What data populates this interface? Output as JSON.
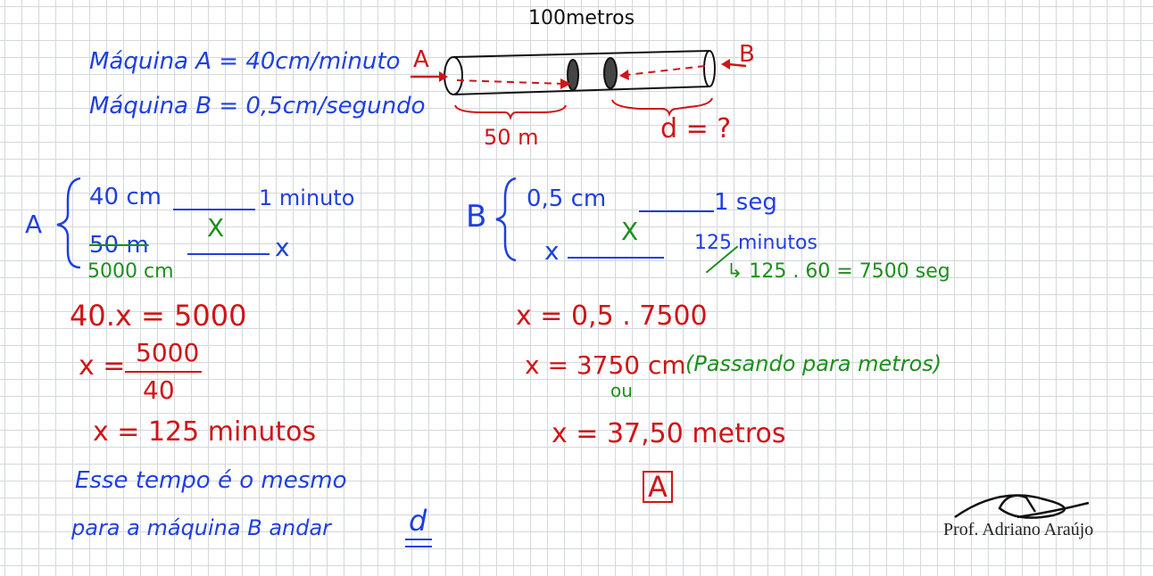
{
  "header": {
    "pipe_length": "100metros"
  },
  "givens": {
    "machine_a": "Máquina A = 40cm/minuto",
    "machine_b": "Máquina B = 0,5cm/segundo"
  },
  "diagram": {
    "label_a": "A",
    "label_b": "B",
    "dist_a": "50 m",
    "dist_b": "d = ?"
  },
  "left_block": {
    "brace_label": "A",
    "row1_left": "40 cm",
    "row1_right": "1 minuto",
    "row2_left": "50 m",
    "row2_right": "x",
    "cross": "X",
    "conversion": "5000 cm",
    "step1": "40.x = 5000",
    "step2_lhs": "x =",
    "step2_num": "5000",
    "step2_den": "40",
    "step3": "x = 125 minutos",
    "note_line1": "Esse tempo é o mesmo",
    "note_line2_text": "para a máquina B andar",
    "note_line2_var": "d"
  },
  "right_block": {
    "brace_label": "B",
    "row1_left": "0,5 cm",
    "row1_right": "1 seg",
    "row2_left": "x",
    "row2_right": "125 minutos",
    "cross": "X",
    "conversion": "↳ 125 . 60 = 7500 seg",
    "step1": "x = 0,5 . 7500",
    "step2": "x = 3750 cm",
    "step2_note": "(Passando para metros)",
    "or": "ou",
    "step3": "x = 37,50 metros",
    "answer": "A"
  },
  "signature": {
    "credit": "Prof. Adriano Araújo"
  },
  "colors": {
    "blue": "#1f3fe0",
    "red": "#d01417",
    "green": "#1d8f1d",
    "grid": "#d4d8dc"
  }
}
